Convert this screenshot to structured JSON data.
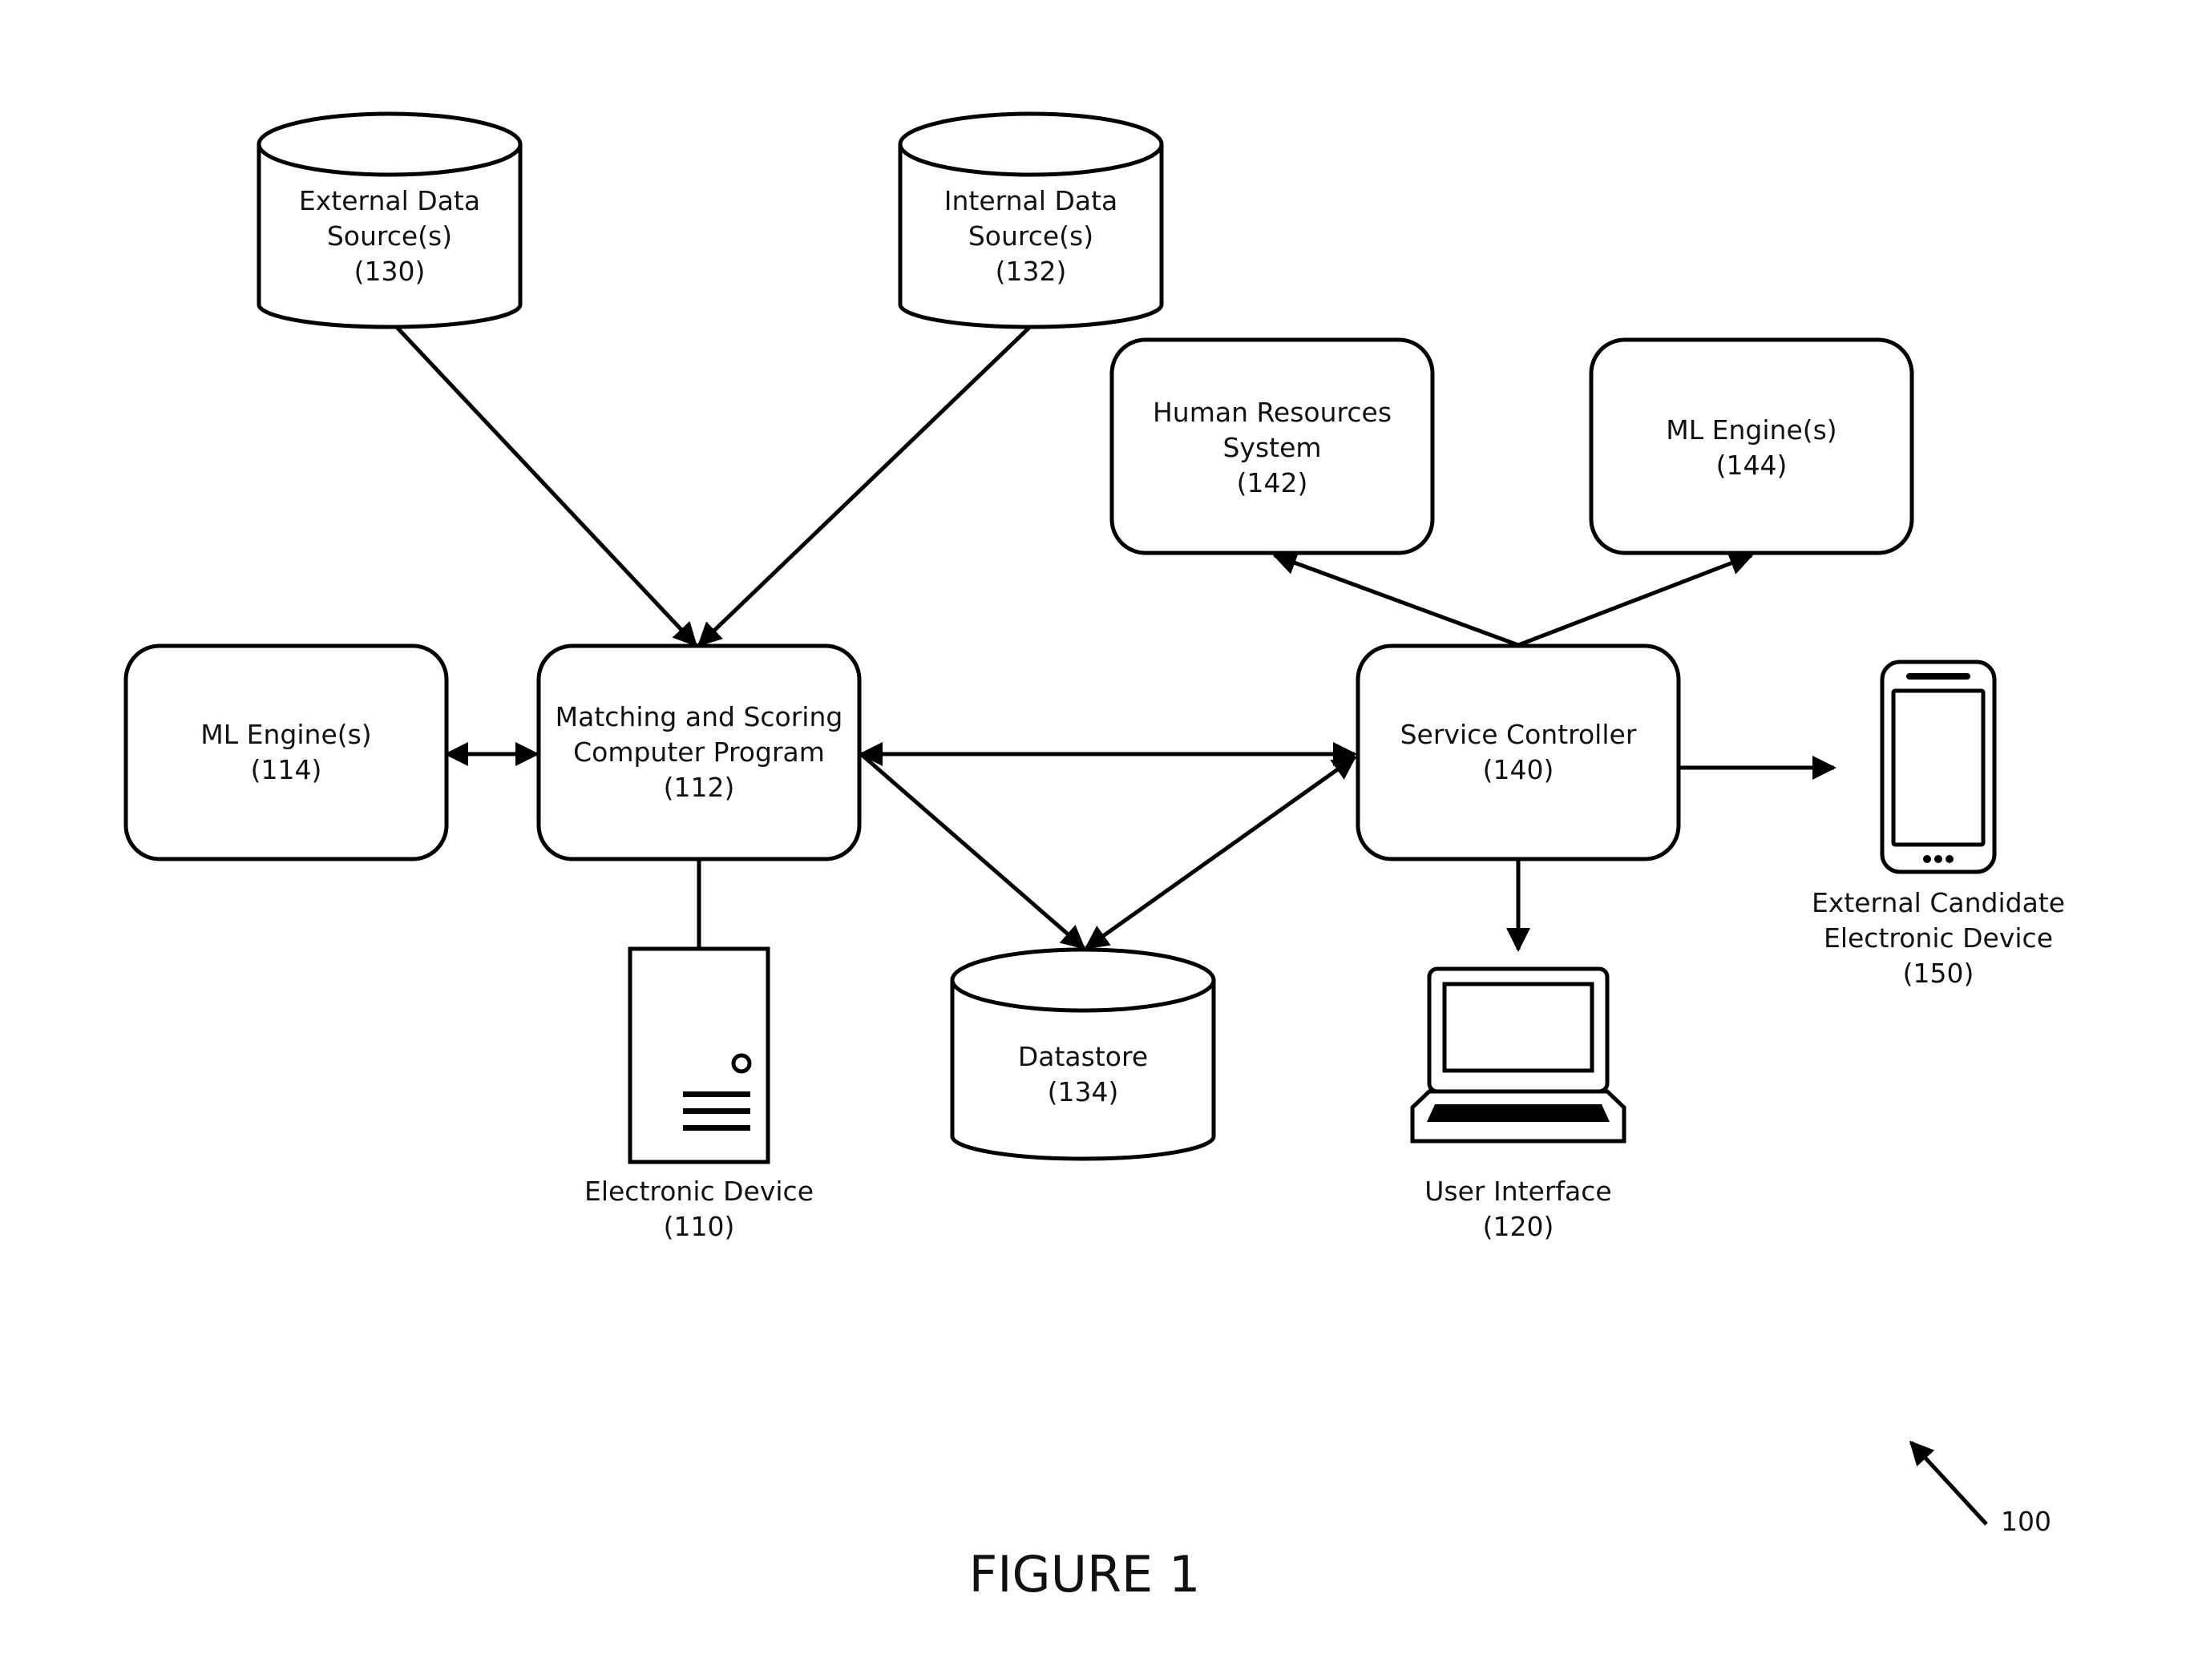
{
  "diagram": {
    "nodes": {
      "external_data_sources": {
        "line1": "External Data",
        "line2": "Source(s)",
        "ref": "(130)"
      },
      "internal_data_sources": {
        "line1": "Internal Data",
        "line2": "Source(s)",
        "ref": "(132)"
      },
      "human_resources_system": {
        "line1": "Human Resources",
        "line2": "System",
        "ref": "(142)"
      },
      "ml_engines_144": {
        "line1": "ML Engine(s)",
        "ref": "(144)"
      },
      "ml_engines_114": {
        "line1": "ML Engine(s)",
        "ref": "(114)"
      },
      "matching_scoring_program": {
        "line1": "Matching and Scoring",
        "line2": "Computer Program",
        "ref": "(112)"
      },
      "service_controller": {
        "line1": "Service Controller",
        "ref": "(140)"
      },
      "external_candidate_device": {
        "line1": "External Candidate",
        "line2": "Electronic Device",
        "ref": "(150)"
      },
      "electronic_device": {
        "line1": "Electronic Device",
        "ref": "(110)"
      },
      "datastore": {
        "line1": "Datastore",
        "ref": "(134)"
      },
      "user_interface": {
        "line1": "User Interface",
        "ref": "(120)"
      }
    },
    "edges": [
      {
        "from": "external_data_sources",
        "to": "matching_scoring_program",
        "direction": "forward"
      },
      {
        "from": "internal_data_sources",
        "to": "matching_scoring_program",
        "direction": "forward"
      },
      {
        "from": "ml_engines_114",
        "to": "matching_scoring_program",
        "direction": "both"
      },
      {
        "from": "matching_scoring_program",
        "to": "service_controller",
        "direction": "both"
      },
      {
        "from": "matching_scoring_program",
        "to": "datastore",
        "direction": "forward"
      },
      {
        "from": "service_controller",
        "to": "datastore",
        "direction": "both"
      },
      {
        "from": "matching_scoring_program",
        "to": "electronic_device",
        "direction": "none"
      },
      {
        "from": "service_controller",
        "to": "human_resources_system",
        "direction": "forward"
      },
      {
        "from": "service_controller",
        "to": "ml_engines_144",
        "direction": "forward"
      },
      {
        "from": "service_controller",
        "to": "external_candidate_device",
        "direction": "forward"
      },
      {
        "from": "service_controller",
        "to": "user_interface",
        "direction": "forward"
      }
    ],
    "reference_numeral": "100",
    "figure_caption": "FIGURE 1"
  }
}
